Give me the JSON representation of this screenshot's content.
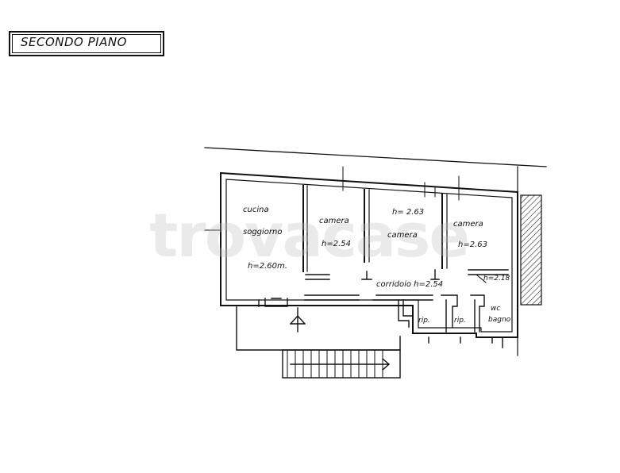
{
  "title": "SECONDO PIANO",
  "watermark": "trovacase",
  "rooms": {
    "cucina": "cucina",
    "soggiorno": "soggiorno",
    "h_soggiorno": "h=2.60m.",
    "camera1": "camera",
    "h_camera1": "h=2.54",
    "h_camera2": "h= 2.63",
    "camera2": "camera",
    "camera3": "camera",
    "h_camera3": "h=2.63",
    "h_wc": "h=2.18",
    "corridoio": "corridoio h=2.54",
    "rip1": "rip.",
    "rip2": "rip.",
    "wc": "wc",
    "bagno": "bagno"
  },
  "colors": {
    "ink": "#111111",
    "paper": "#ffffff",
    "watermark": "#bebebe"
  }
}
